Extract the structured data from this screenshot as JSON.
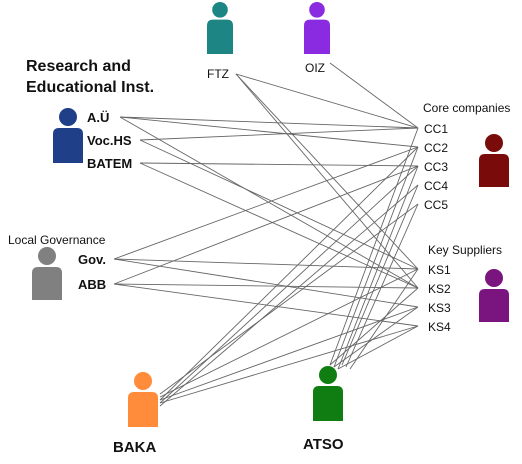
{
  "groups": {
    "research": {
      "title_line1": "Research and",
      "title_line2": "Educational Inst.",
      "members": [
        "A.Ü",
        "Voc.HS",
        "BATEM"
      ],
      "color": "#1f3f88"
    },
    "local_gov": {
      "title": "Local Governance",
      "members": [
        "Gov.",
        "ABB"
      ],
      "color": "#808080"
    },
    "core": {
      "title": "Core companies",
      "members": [
        "CC1",
        "CC2",
        "CC3",
        "CC4",
        "CC5"
      ],
      "color": "#7a0b0b"
    },
    "suppliers": {
      "title": "Key Suppliers",
      "members": [
        "KS1",
        "KS2",
        "KS3",
        "KS4"
      ],
      "color": "#7a1580"
    }
  },
  "actors": {
    "ftz": {
      "label": "FTZ",
      "color": "#1e8585"
    },
    "oiz": {
      "label": "OIZ",
      "color": "#8a2be2"
    },
    "baka": {
      "label": "BAKA",
      "color": "#ff8c3a"
    },
    "atso": {
      "label": "ATSO",
      "color": "#0f7d12"
    }
  },
  "line_color": "#666666"
}
